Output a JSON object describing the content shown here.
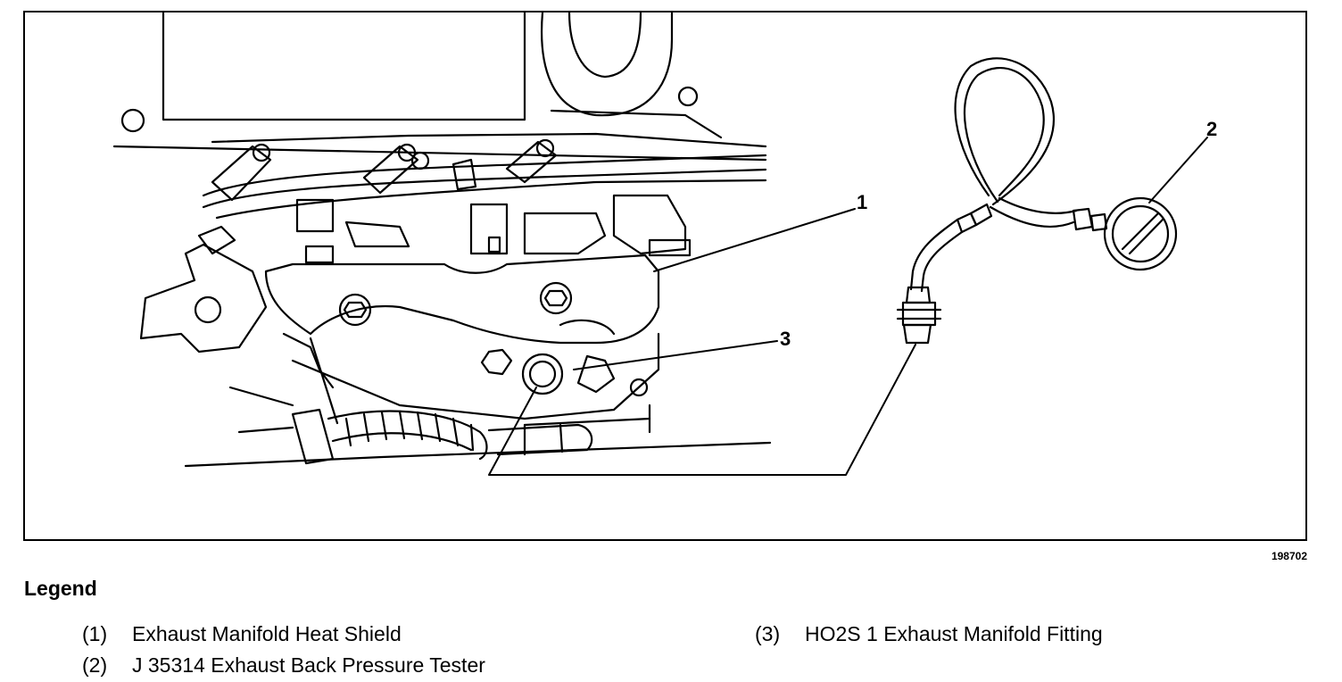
{
  "figure_id": "198702",
  "callouts": [
    "1",
    "2",
    "3"
  ],
  "legend": {
    "title": "Legend",
    "items": [
      {
        "number": "(1)",
        "text": "Exhaust Manifold Heat Shield"
      },
      {
        "number": "(2)",
        "text": "J 35314 Exhaust Back Pressure Tester"
      },
      {
        "number": "(3)",
        "text": "HO2S 1 Exhaust Manifold Fitting"
      }
    ]
  }
}
